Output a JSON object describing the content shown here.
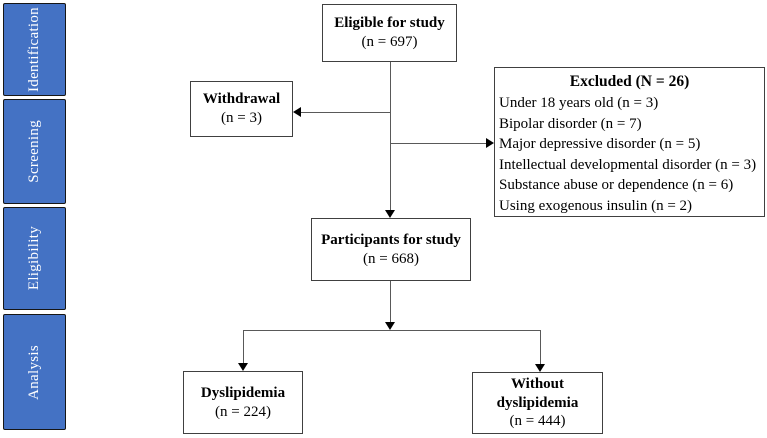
{
  "sidebar": {
    "stages": [
      {
        "label": "Identification"
      },
      {
        "label": "Screening"
      },
      {
        "label": "Eligibility"
      },
      {
        "label": "Analysis"
      }
    ]
  },
  "flow": {
    "eligible": {
      "title": "Eligible for study",
      "count": "(n = 697)"
    },
    "withdrawal": {
      "title": "Withdrawal",
      "count": "(n = 3)"
    },
    "excluded": {
      "title": "Excluded (N = 26)",
      "items": [
        "Under 18 years old (n = 3)",
        "Bipolar disorder (n = 7)",
        "Major depressive disorder (n = 5)",
        "Intellectual developmental disorder (n = 3)",
        "Substance abuse or dependence (n = 6)",
        "Using exogenous insulin (n = 2)"
      ]
    },
    "participants": {
      "title": "Participants for study",
      "count": "(n = 668)"
    },
    "dyslipidemia": {
      "title": "Dyslipidemia",
      "count": "(n = 224)"
    },
    "without_dyslipidemia": {
      "title": "Without dyslipidemia",
      "count": "(n = 444)"
    }
  },
  "colors": {
    "stage_fill": "#4472C4",
    "stage_text": "#FFFFFF",
    "box_border": "#404040",
    "connector": "#595959",
    "arrowhead": "#000000"
  }
}
